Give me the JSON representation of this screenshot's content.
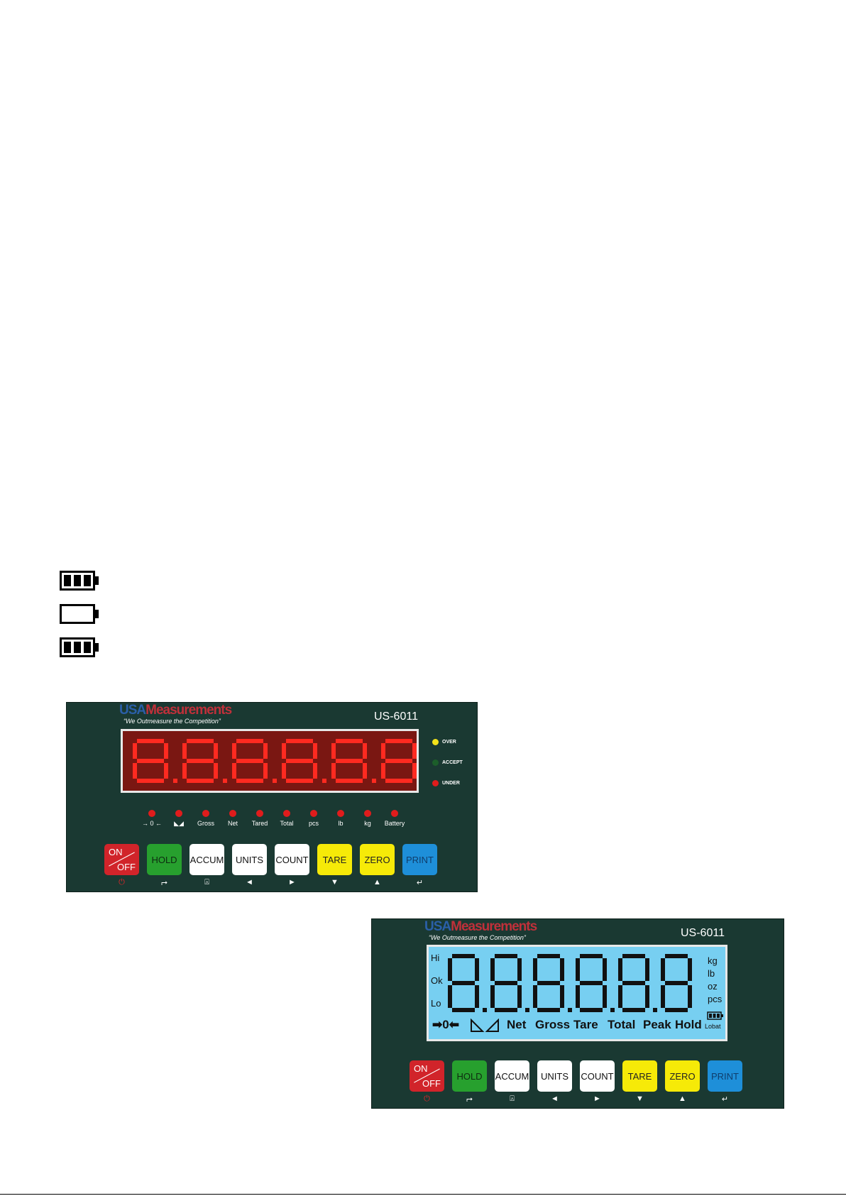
{
  "brand": {
    "usa": "USA",
    "measurements": "Measurements",
    "slogan": "“We Outmeasure the Competition”"
  },
  "led_panel": {
    "model": "US-6011",
    "status_lamps": [
      {
        "label": "OVER",
        "color": "#f2e21a"
      },
      {
        "label": "ACCEPT",
        "color": "#1c5e2a"
      },
      {
        "label": "UNDER",
        "color": "#e01c1c"
      }
    ],
    "indicators": [
      "→ 0 ←",
      "◣◢",
      "Gross",
      "Net",
      "Tared",
      "Total",
      "pcs",
      "lb",
      "kg",
      "Battery"
    ]
  },
  "lcd_panel": {
    "model": "US-6011",
    "left_labels": [
      "Hi",
      "Ok",
      "Lo"
    ],
    "right_units": [
      "kg",
      "lb",
      "oz",
      "pcs"
    ],
    "lobat": "Lobat",
    "bottom_labels": [
      "➡0⬅",
      "Net",
      "Gross",
      "Tare",
      "Total",
      "Peak",
      "Hold"
    ]
  },
  "keys": [
    {
      "on": "ON",
      "off": "OFF",
      "sub": "⏻"
    },
    {
      "label": "HOLD",
      "sub": "⮣"
    },
    {
      "label": "ACCUM",
      "sub": "⍓"
    },
    {
      "label": "UNITS",
      "sub": "◄"
    },
    {
      "label": "COUNT",
      "sub": "►"
    },
    {
      "label": "TARE",
      "sub": "▼"
    },
    {
      "label": "ZERO",
      "sub": "▲"
    },
    {
      "label": "PRINT",
      "sub": "↵"
    }
  ],
  "colors": {
    "panel": "#1a3932",
    "led_red": "#ff2a20",
    "lcd_blue": "#77cff1"
  },
  "battery_icons": [
    "battery-full-icon",
    "battery-empty-icon",
    "battery-full-icon"
  ]
}
